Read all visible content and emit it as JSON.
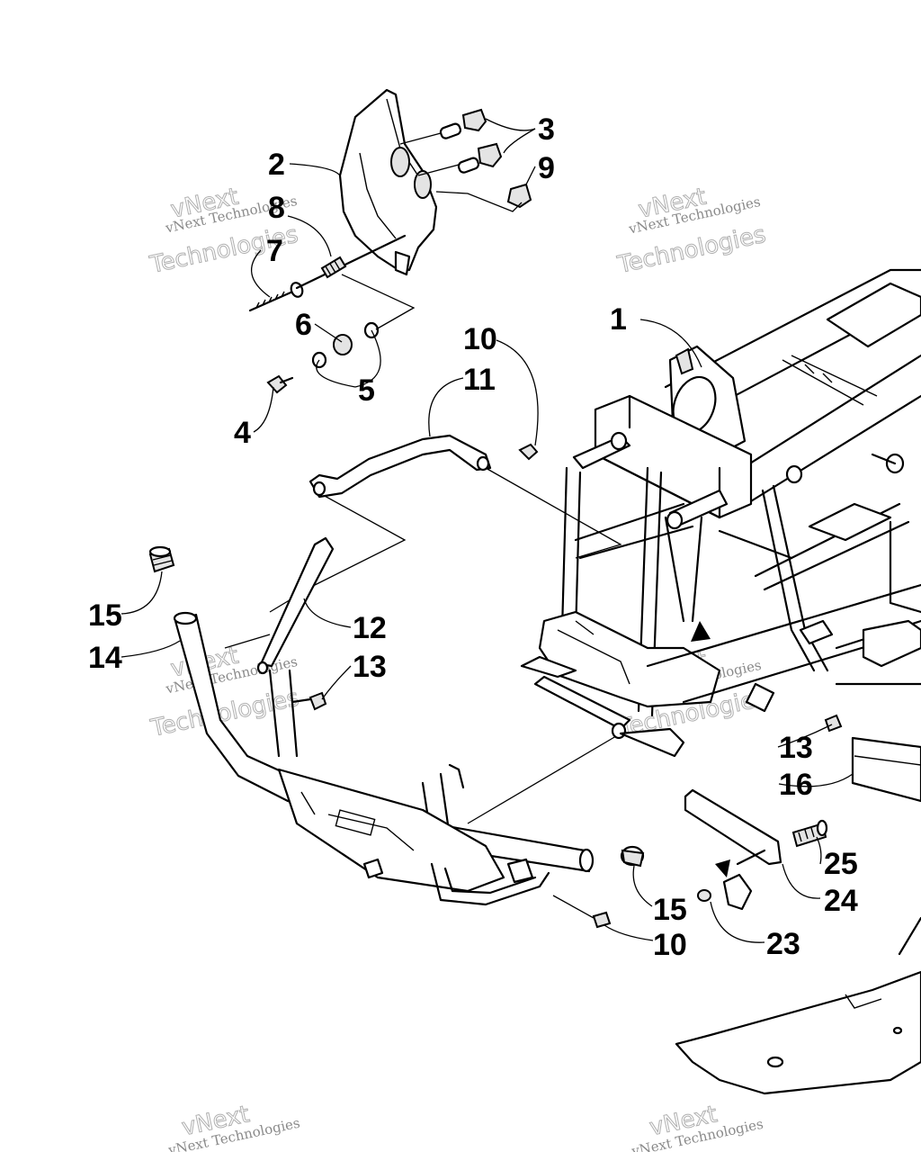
{
  "watermark": {
    "line1": "vNext Technologies",
    "line2": "vNext",
    "line3": "Technologies"
  },
  "callouts": {
    "c1": "1",
    "c2": "2",
    "c3": "3",
    "c4": "4",
    "c5": "5",
    "c6": "6",
    "c7": "7",
    "c8": "8",
    "c9": "9",
    "c10a": "10",
    "c10b": "10",
    "c11": "11",
    "c12": "12",
    "c13a": "13",
    "c13b": "13",
    "c14": "14",
    "c15a": "15",
    "c15b": "15",
    "c16": "16",
    "c23": "23",
    "c24": "24",
    "c25": "25"
  }
}
